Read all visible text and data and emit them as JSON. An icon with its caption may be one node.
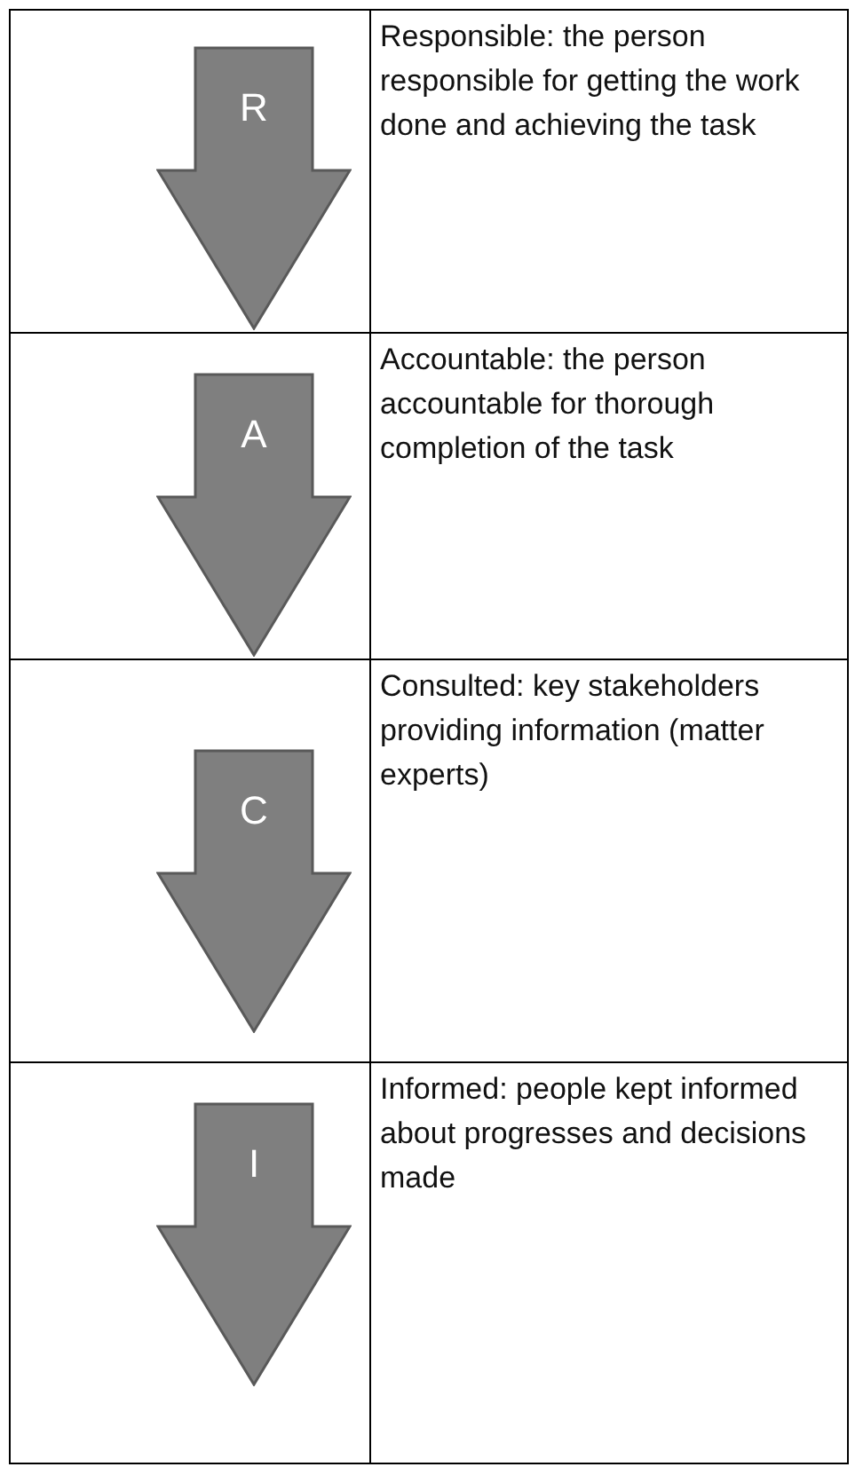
{
  "diagram": {
    "nodes": [
      {
        "text": [
          "R"
        ]
      },
      {
        "text": [
          "A"
        ]
      },
      {
        "text": [
          "C"
        ]
      },
      {
        "text": [
          "I"
        ]
      }
    ],
    "labels": [
      "Responsible: the person responsible for getting the work done and achieving the task",
      "Accountable: the person accountable for thorough completion of the task",
      "Consulted: key stakeholders providing information (matter experts)",
      "Informed: people kept informed about progresses and decisions made"
    ]
  }
}
